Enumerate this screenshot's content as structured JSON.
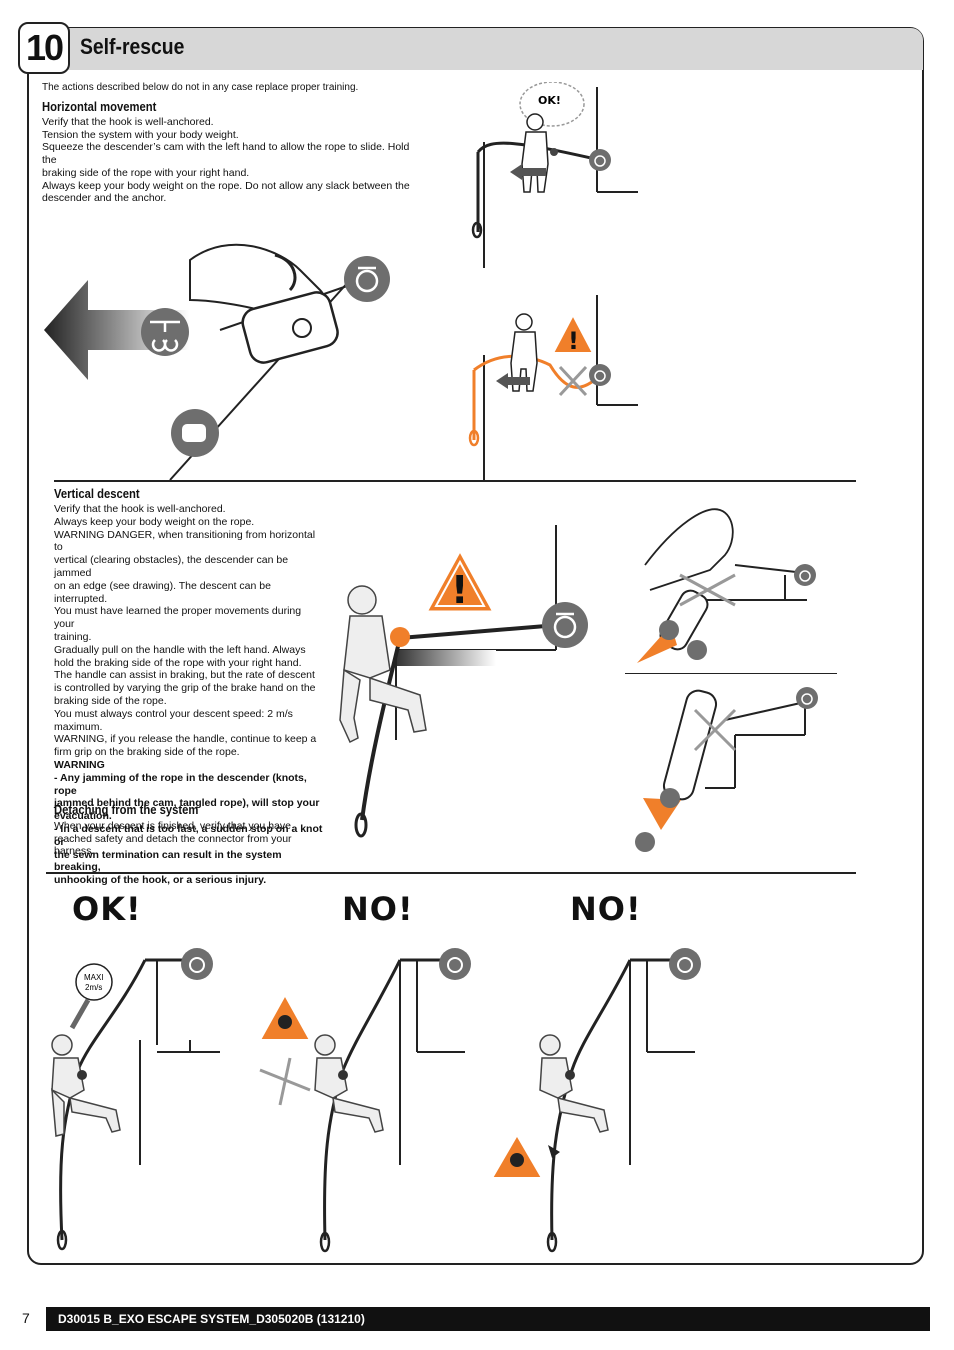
{
  "section": {
    "number": "10",
    "title": "Self-rescue"
  },
  "intro": "The actions described below do not in any case replace proper training.",
  "horizontal": {
    "heading": "Horizontal movement",
    "lines": [
      "Verify that the hook is well-anchored.",
      "Tension the system with your body weight.",
      "Squeeze the descender’s cam with the left hand to allow the rope to slide. Hold the",
      "braking side of the rope with your right hand.",
      "Always keep your body weight on the rope. Do not allow any slack between the",
      "descender and the anchor."
    ]
  },
  "vertical": {
    "heading": "Vertical descent",
    "lines": [
      "Verify that the hook is well-anchored.",
      "Always keep your body weight on the rope.",
      "WARNING DANGER, when transitioning from horizontal to",
      "vertical (clearing obstacles), the descender can be jammed",
      "on an edge (see drawing). The descent can be interrupted.",
      "You must have learned the proper movements during your",
      "training.",
      "Gradually pull on the handle with the left hand. Always",
      "hold the braking side of the rope with your right hand.",
      "The handle can assist in braking, but the rate of descent",
      "is controlled by varying the grip of the brake hand on the",
      "braking side of the rope.",
      "You must always control your descent speed: 2 m/s",
      "maximum.",
      "WARNING, if you release the handle, continue to keep a",
      "firm grip on the braking side of the rope."
    ],
    "warning_title": "WARNING",
    "warning_lines": [
      "- Any jamming of the rope in the descender (knots, rope",
      "jammed behind the cam, tangled rope), will stop your",
      "evacuation.",
      "- In a descent that is too fast, a sudden stop on a knot or",
      "the sewn termination can result in the system breaking,",
      "unhooking of the hook, or a serious injury."
    ]
  },
  "detaching": {
    "heading": "Detaching from the system",
    "lines": [
      "When your descent is finished, verify that you have",
      "reached safety and detach the connector from your",
      "harness."
    ]
  },
  "illustrations": {
    "ok_bubble": "OK!",
    "bottom_labels": [
      "OK!",
      "NO!",
      "NO!"
    ],
    "speed_bubble": [
      "MAXI",
      "2m/s"
    ]
  },
  "footer": {
    "page": "7",
    "doc": "D30015 B_EXO ESCAPE SYSTEM_D305020B (131210)"
  },
  "colors": {
    "accent": "#f07f2a",
    "title_bar": "#d7d7d7",
    "icon_gray": "#6e6e6e"
  }
}
